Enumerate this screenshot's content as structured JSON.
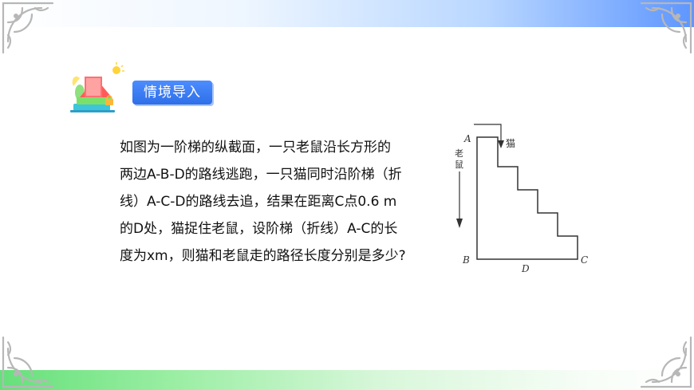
{
  "header": {
    "badge_label": "情境导入"
  },
  "problem": {
    "lines": [
      "如图为一阶梯的纵截面，一只老鼠沿长方形的",
      "两边A-B-D的路线逃跑，一只猫同时沿阶梯（折",
      "线）A-C-D的路线去追，结果在距离C点0.6 m",
      "的D处，猫捉住老鼠，设阶梯（折线）A-C的长",
      "度为xm，则猫和老鼠走的路径长度分别是多少?"
    ]
  },
  "figure": {
    "point_A": "A",
    "point_B": "B",
    "point_C": "C",
    "point_D": "D",
    "cat_label": "猫",
    "mouse_label_1": "老",
    "mouse_label_2": "鼠"
  },
  "icons": {
    "corner": "ornament-corner-icon",
    "books": "books-stack-icon"
  },
  "colors": {
    "badge": "#2f6ee8",
    "top_bar": "#5e96ff",
    "bottom_bar": "#66e07a"
  }
}
